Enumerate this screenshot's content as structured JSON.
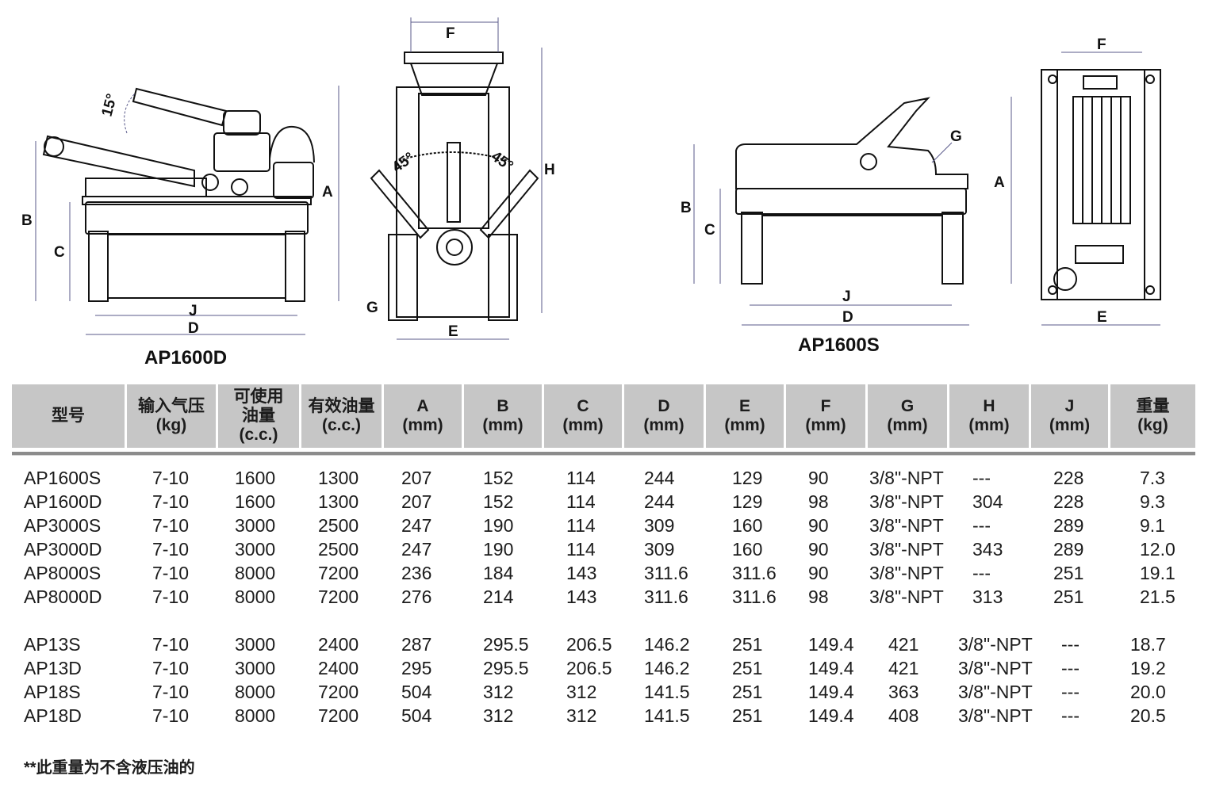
{
  "captions": {
    "left": "AP1600D",
    "right": "AP1600S"
  },
  "dimension_labels": {
    "angle_15": "15°",
    "angle_45_left": "45°",
    "angle_45_right": "45°",
    "a": "A",
    "b": "B",
    "c": "C",
    "d": "D",
    "e": "E",
    "f": "F",
    "g": "G",
    "h": "H",
    "j": "J"
  },
  "table": {
    "headers": [
      {
        "line1": "型号",
        "line2": "",
        "line3": ""
      },
      {
        "line1": "输入气压",
        "line2": "(kg)",
        "line3": ""
      },
      {
        "line1": "可使用",
        "line2": "油量",
        "line3": "(c.c.)"
      },
      {
        "line1": "有效油量",
        "line2": "(c.c.)",
        "line3": ""
      },
      {
        "line1": "A",
        "line2": "(mm)",
        "line3": ""
      },
      {
        "line1": "B",
        "line2": "(mm)",
        "line3": ""
      },
      {
        "line1": "C",
        "line2": "(mm)",
        "line3": ""
      },
      {
        "line1": "D",
        "line2": "(mm)",
        "line3": ""
      },
      {
        "line1": "E",
        "line2": "(mm)",
        "line3": ""
      },
      {
        "line1": "F",
        "line2": "(mm)",
        "line3": ""
      },
      {
        "line1": "G",
        "line2": "(mm)",
        "line3": ""
      },
      {
        "line1": "H",
        "line2": "(mm)",
        "line3": ""
      },
      {
        "line1": "J",
        "line2": "(mm)",
        "line3": ""
      },
      {
        "line1": "重量",
        "line2": "(kg)",
        "line3": ""
      }
    ],
    "rows_group1": [
      [
        "AP1600S",
        "7-10",
        "1600",
        "1300",
        "207",
        "152",
        "114",
        "244",
        "129",
        "90",
        "3/8\"-NPT",
        "---",
        "228",
        "7.3"
      ],
      [
        "AP1600D",
        "7-10",
        "1600",
        "1300",
        "207",
        "152",
        "114",
        "244",
        "129",
        "98",
        "3/8\"-NPT",
        "304",
        "228",
        "9.3"
      ],
      [
        "AP3000S",
        "7-10",
        "3000",
        "2500",
        "247",
        "190",
        "114",
        "309",
        "160",
        "90",
        "3/8\"-NPT",
        "---",
        "289",
        "9.1"
      ],
      [
        "AP3000D",
        "7-10",
        "3000",
        "2500",
        "247",
        "190",
        "114",
        "309",
        "160",
        "90",
        "3/8\"-NPT",
        "343",
        "289",
        "12.0"
      ],
      [
        "AP8000S",
        "7-10",
        "8000",
        "7200",
        "236",
        "184",
        "143",
        "311.6",
        "311.6",
        "90",
        "3/8\"-NPT",
        "---",
        "251",
        "19.1"
      ],
      [
        "AP8000D",
        "7-10",
        "8000",
        "7200",
        "276",
        "214",
        "143",
        "311.6",
        "311.6",
        "98",
        "3/8\"-NPT",
        "313",
        "251",
        "21.5"
      ]
    ],
    "rows_group2": [
      [
        "AP13S",
        "7-10",
        "3000",
        "2400",
        "287",
        "295.5",
        "206.5",
        "146.2",
        "251",
        "149.4",
        "421",
        "3/8\"-NPT",
        "---",
        "18.7"
      ],
      [
        "AP13D",
        "7-10",
        "3000",
        "2400",
        "295",
        "295.5",
        "206.5",
        "146.2",
        "251",
        "149.4",
        "421",
        "3/8\"-NPT",
        "---",
        "19.2"
      ],
      [
        "AP18S",
        "7-10",
        "8000",
        "7200",
        "504",
        "312",
        "312",
        "141.5",
        "251",
        "149.4",
        "363",
        "3/8\"-NPT",
        "---",
        "20.0"
      ],
      [
        "AP18D",
        "7-10",
        "8000",
        "7200",
        "504",
        "312",
        "312",
        "141.5",
        "251",
        "149.4",
        "408",
        "3/8\"-NPT",
        "---",
        "20.5"
      ]
    ]
  },
  "footnote": "**此重量为不含液压油的"
}
